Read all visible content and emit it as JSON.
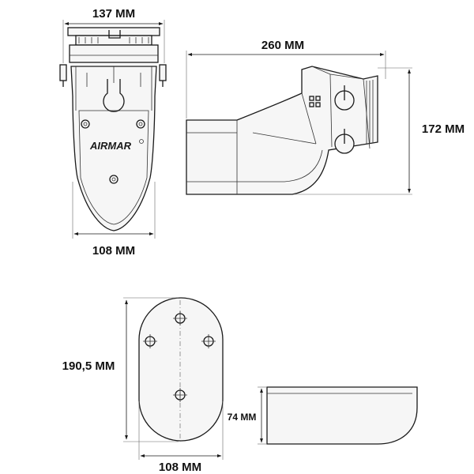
{
  "dimensions": {
    "front_top_width": "137 MM",
    "front_bottom_width": "108 MM",
    "side_length": "260 MM",
    "side_height": "172 MM",
    "bottom_length": "190,5 MM",
    "bottom_width": "108 MM",
    "profile_height": "74 MM"
  },
  "brand": {
    "logo": "AIRMAR"
  },
  "colors": {
    "line": "#1a1a1a",
    "fill": "#f6f6f6",
    "background": "#ffffff"
  }
}
